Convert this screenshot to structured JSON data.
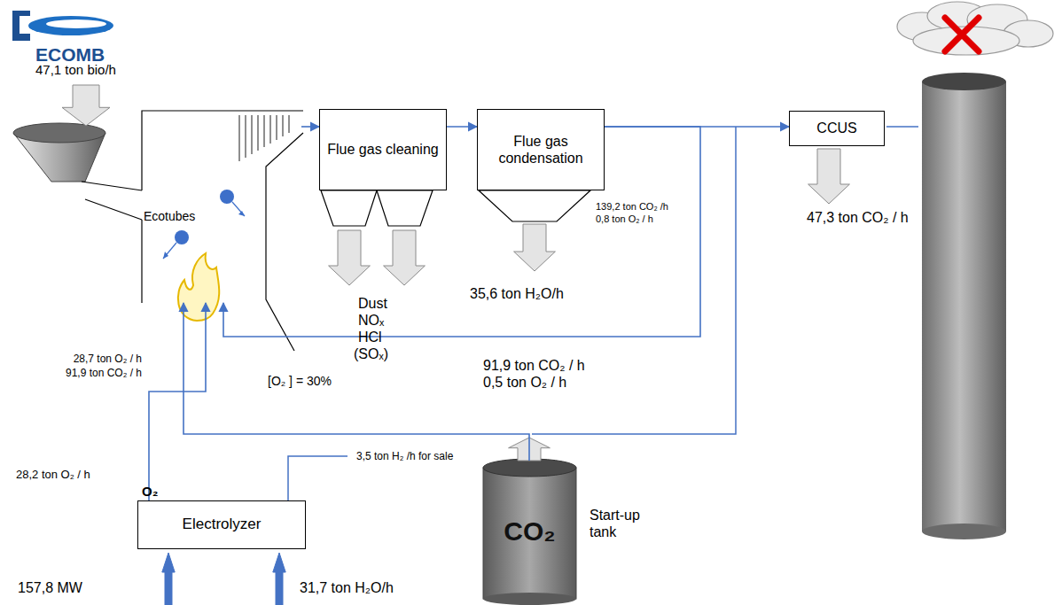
{
  "diagram": {
    "nodes": [
      {
        "text": [
          "Ecotubes"
        ]
      },
      {
        "text": [
          "Flue gas cleaning"
        ]
      },
      {
        "text": [
          "Flue gas condensation"
        ]
      },
      {
        "text": [
          "CCUS"
        ]
      },
      {
        "text": [
          "Electrolyzer"
        ]
      },
      {
        "text": [
          "CO₂",
          "Start-up tank"
        ]
      }
    ],
    "edges": [
      {
        "from": 0,
        "to": 1,
        "arrow": "to"
      },
      {
        "from": 1,
        "to": 2,
        "arrow": "to"
      },
      {
        "from": 2,
        "to": 3,
        "arrow": "to"
      },
      {
        "from": 2,
        "to": 0,
        "arrow": "to"
      },
      {
        "from": 5,
        "to": 0,
        "arrow": "to"
      },
      {
        "from": 4,
        "to": 0,
        "arrow": "to"
      }
    ],
    "labels": [
      "ECOMB",
      "47,1 ton bio/h",
      "Dust",
      "NOₓ",
      "HCl",
      "(SOₓ)",
      "35,6 ton H₂O/h",
      "139,2 ton CO₂ /h",
      "0,8 ton O₂ / h",
      "47,3 ton CO₂ / h",
      "28,7 ton O₂ / h",
      "91,9 ton CO₂ / h",
      "[O₂ ] = 30%",
      "91,9 ton CO₂ / h",
      "0,5 ton O₂ / h",
      "28,2 ton O₂ / h",
      "O₂",
      "3,5 ton H₂ /h for sale",
      "157,8 MW",
      "31,7 ton H₂O/h"
    ]
  }
}
